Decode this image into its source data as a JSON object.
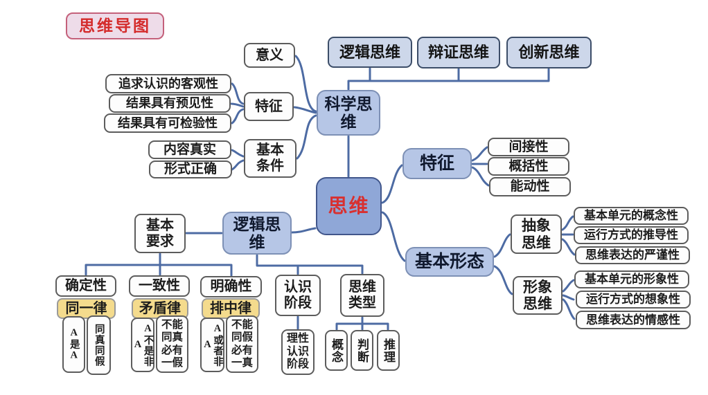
{
  "badge": {
    "label": "思维导图"
  },
  "top_nodes": [
    {
      "label": "逻辑思维"
    },
    {
      "label": "辩证思维"
    },
    {
      "label": "创新思维"
    }
  ],
  "science": {
    "label": "科学思维",
    "meaning_label": "意义",
    "feature_label": "特征",
    "feature_items": [
      "追求认识的客观性",
      "结果具有预见性",
      "结果具有可检验性"
    ],
    "condition_label": "基本条件",
    "condition_items": [
      "内容真实",
      "形式正确"
    ]
  },
  "center": {
    "label": "思维"
  },
  "characteristics": {
    "label": "特征",
    "items": [
      "间接性",
      "概括性",
      "能动性"
    ]
  },
  "basic_forms": {
    "label": "基本形态",
    "abstract": {
      "label": "抽象思维",
      "items": [
        "基本单元的概念性",
        "运行方式的推导性",
        "思维表达的严谨性"
      ]
    },
    "image": {
      "label": "形象思维",
      "items": [
        "基本单元的形象性",
        "运行方式的想象性",
        "思维表达的情感性"
      ]
    }
  },
  "logical": {
    "label": "逻辑思维",
    "basic_req_label": "基本要求",
    "requirements": [
      {
        "quality": "确定性",
        "law": "同一律",
        "leaves": [
          "A是A",
          "同真同假"
        ]
      },
      {
        "quality": "一致性",
        "law": "矛盾律",
        "leaves": [
          "A不是非A",
          "不能同真必有一假"
        ]
      },
      {
        "quality": "明确性",
        "law": "排中律",
        "leaves": [
          "A或者非A",
          "不能同假必有一真"
        ]
      }
    ],
    "cognition_stage": {
      "label": "认识阶段",
      "leaf": "理性认识阶段"
    },
    "thinking_types": {
      "label": "思维类型",
      "items": [
        "概念",
        "判断",
        "推理"
      ]
    }
  },
  "colors": {
    "connector": "#4d6ba3",
    "node_fill": "#b6c6e6",
    "node_border": "#7d90b5",
    "top_fill": "#cdd7ea",
    "top_border": "#3c4d68",
    "center_fill": "#8fa7d7",
    "center_text": "#d83030",
    "yellow_fill": "#f4db8d",
    "badge_fill": "#eedce9",
    "badge_border": "#c4607a",
    "badge_text": "#d42b2b",
    "leaf_border": "#5c5c5c"
  }
}
